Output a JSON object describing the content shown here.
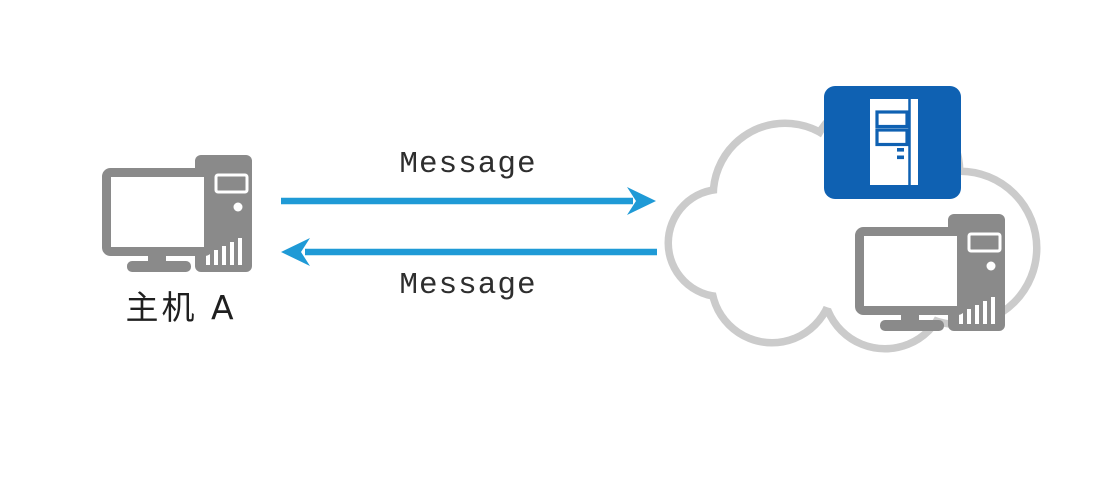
{
  "diagram": {
    "title": "host-to-cloud message exchange diagram",
    "host_a": {
      "label": "主机 A"
    },
    "arrows": {
      "to_cloud_label": "Message",
      "from_cloud_label": "Message",
      "direction_top": "right",
      "direction_bottom": "left"
    },
    "cloud": {
      "contains": [
        "server-icon",
        "computer-icon"
      ]
    },
    "colors": {
      "arrow_blue": "#1f9ad6",
      "server_blue": "#0f61b2",
      "icon_gray": "#8a8a8a",
      "cloud_outline_gray": "#cbcbcb",
      "screen_white": "#ffffff",
      "text_dark": "#2e2e2e",
      "background": "#ffffff"
    }
  }
}
